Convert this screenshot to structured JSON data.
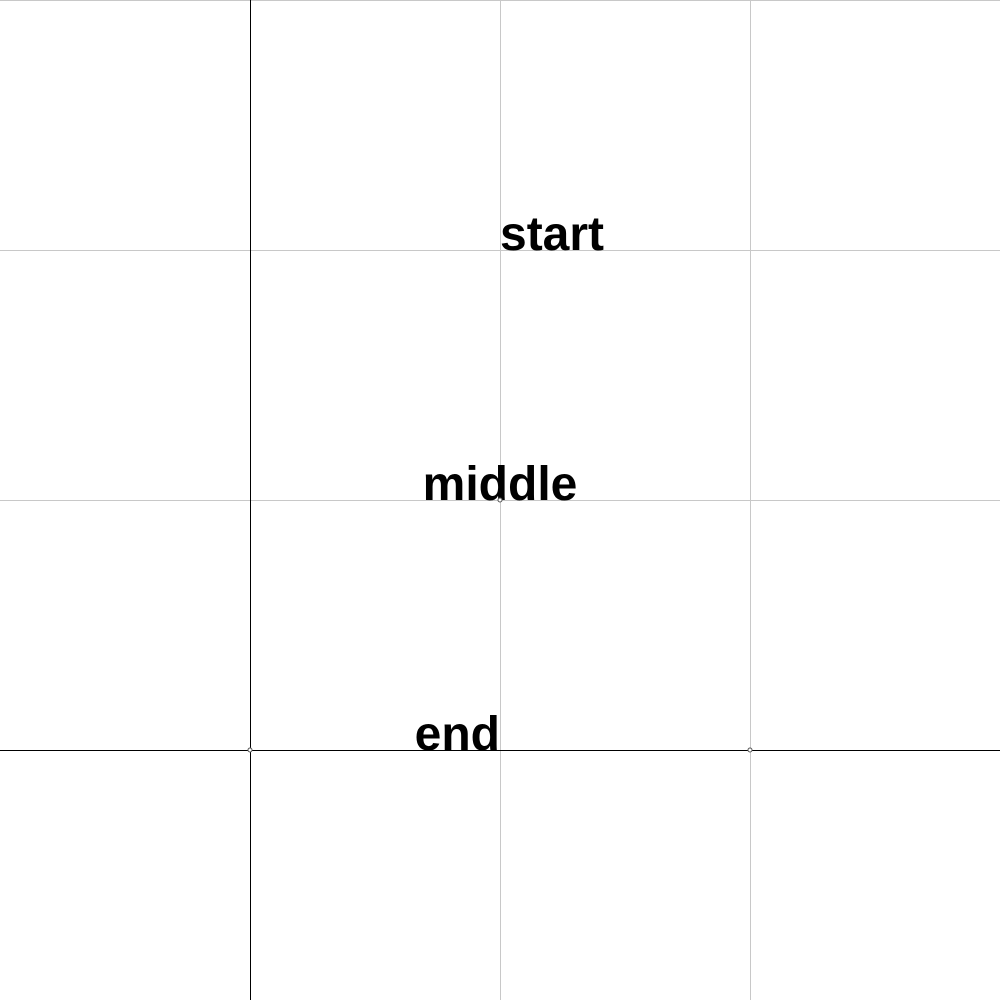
{
  "labels": {
    "start": "start",
    "middle": "middle",
    "end": "end"
  },
  "colors": {
    "grid": "#c8c8c8",
    "axis": "#000000",
    "text": "#000000",
    "background": "#ffffff"
  }
}
